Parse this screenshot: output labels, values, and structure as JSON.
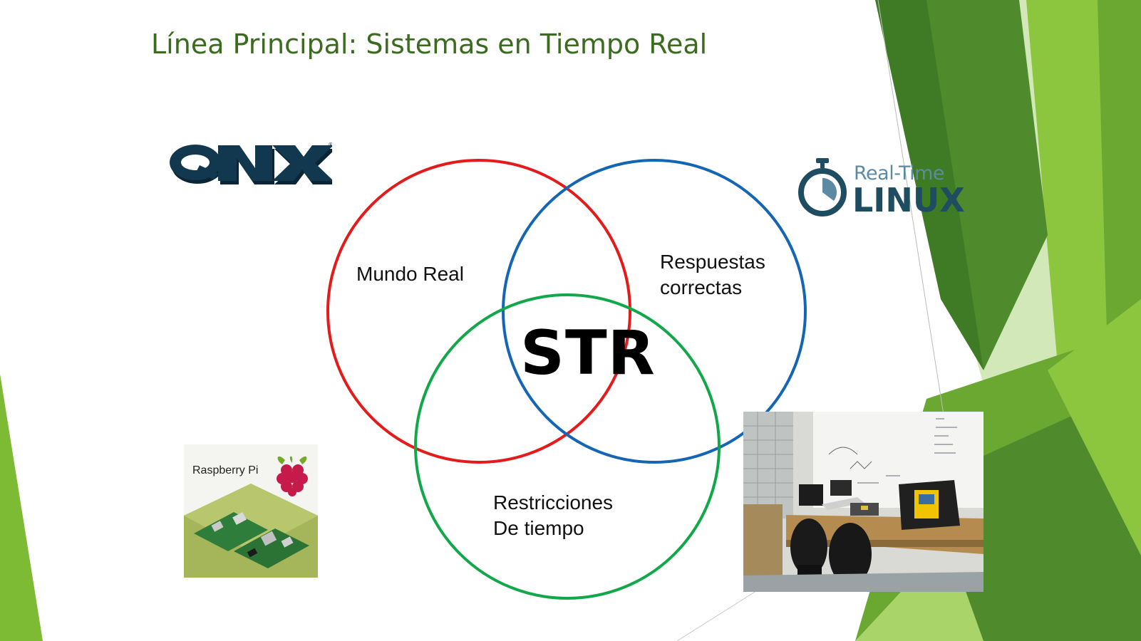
{
  "slide": {
    "title": "Línea Principal: Sistemas en Tiempo Real"
  },
  "venn": {
    "sets": [
      {
        "id": "mundo-real",
        "lines": [
          "Mundo Real"
        ],
        "color": "#e41b1b"
      },
      {
        "id": "respuestas-correctas",
        "lines": [
          "Respuestas",
          "correctas"
        ],
        "color": "#1565b5"
      },
      {
        "id": "restricciones-tiempo",
        "lines": [
          "Restricciones",
          "De tiempo"
        ],
        "color": "#12a84a"
      }
    ],
    "intersection": "STR"
  },
  "logos": {
    "qnx": {
      "text": "QNX",
      "registered": "®",
      "color": "#12384f"
    },
    "realtime_linux": {
      "top": "Real-Time",
      "bottom": "LINUX",
      "color_top": "#5c8aa3",
      "color_bottom": "#1e4c61"
    },
    "raspberry_pi": {
      "text": "Raspberry Pi",
      "color": "#c51a4a"
    }
  },
  "photos": {
    "lab": {
      "icon": "lab-photo"
    }
  },
  "theme": {
    "title_color": "#3a6b1e",
    "green_dark": "#3f7a24",
    "green_mid": "#6aa831",
    "green_light": "#8cc63f",
    "green_pale": "#c7e2a4"
  }
}
